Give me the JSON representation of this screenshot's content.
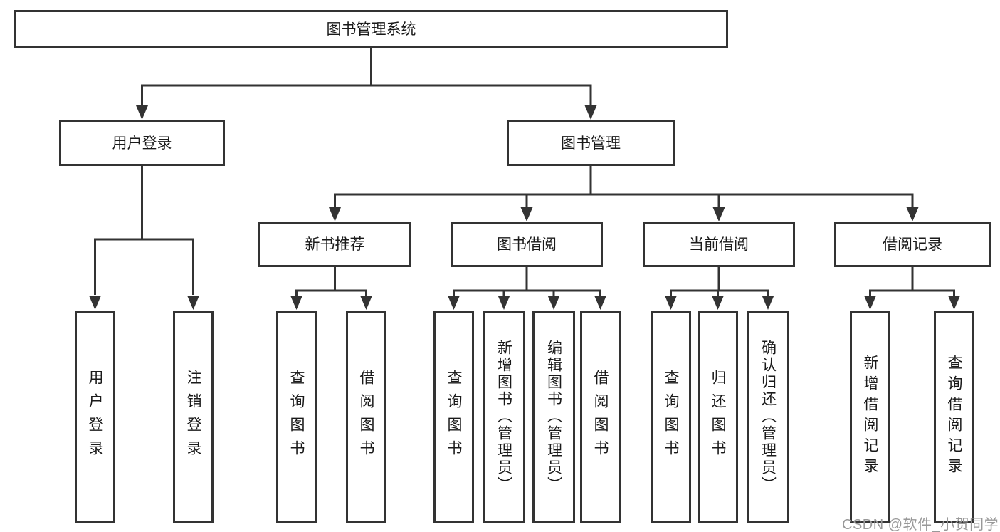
{
  "diagram_title": "图书管理系统",
  "tree": {
    "root": {
      "label": "图书管理系统",
      "children": [
        {
          "label": "用户登录",
          "children": [
            {
              "label": "用户登录"
            },
            {
              "label": "注销登录"
            }
          ]
        },
        {
          "label": "图书管理",
          "children": [
            {
              "label": "新书推荐",
              "children": [
                {
                  "label": "查询图书"
                },
                {
                  "label": "借阅图书"
                }
              ]
            },
            {
              "label": "图书借阅",
              "children": [
                {
                  "label": "查询图书"
                },
                {
                  "label": "新增图书（管理员）"
                },
                {
                  "label": "编辑图书（管理员）"
                },
                {
                  "label": "借阅图书"
                }
              ]
            },
            {
              "label": "当前借阅",
              "children": [
                {
                  "label": "查询图书"
                },
                {
                  "label": "归还图书"
                },
                {
                  "label": "确认归还（管理员）"
                }
              ]
            },
            {
              "label": "借阅记录",
              "children": [
                {
                  "label": "新增借阅记录"
                },
                {
                  "label": "查询借阅记录"
                }
              ]
            }
          ]
        }
      ]
    }
  },
  "watermark": "CSDN @软件_小贺同学",
  "colors": {
    "line": "#333333",
    "box_border": "#333333",
    "text": "#1a1a1a",
    "watermark": "#999999",
    "background": "#ffffff"
  }
}
